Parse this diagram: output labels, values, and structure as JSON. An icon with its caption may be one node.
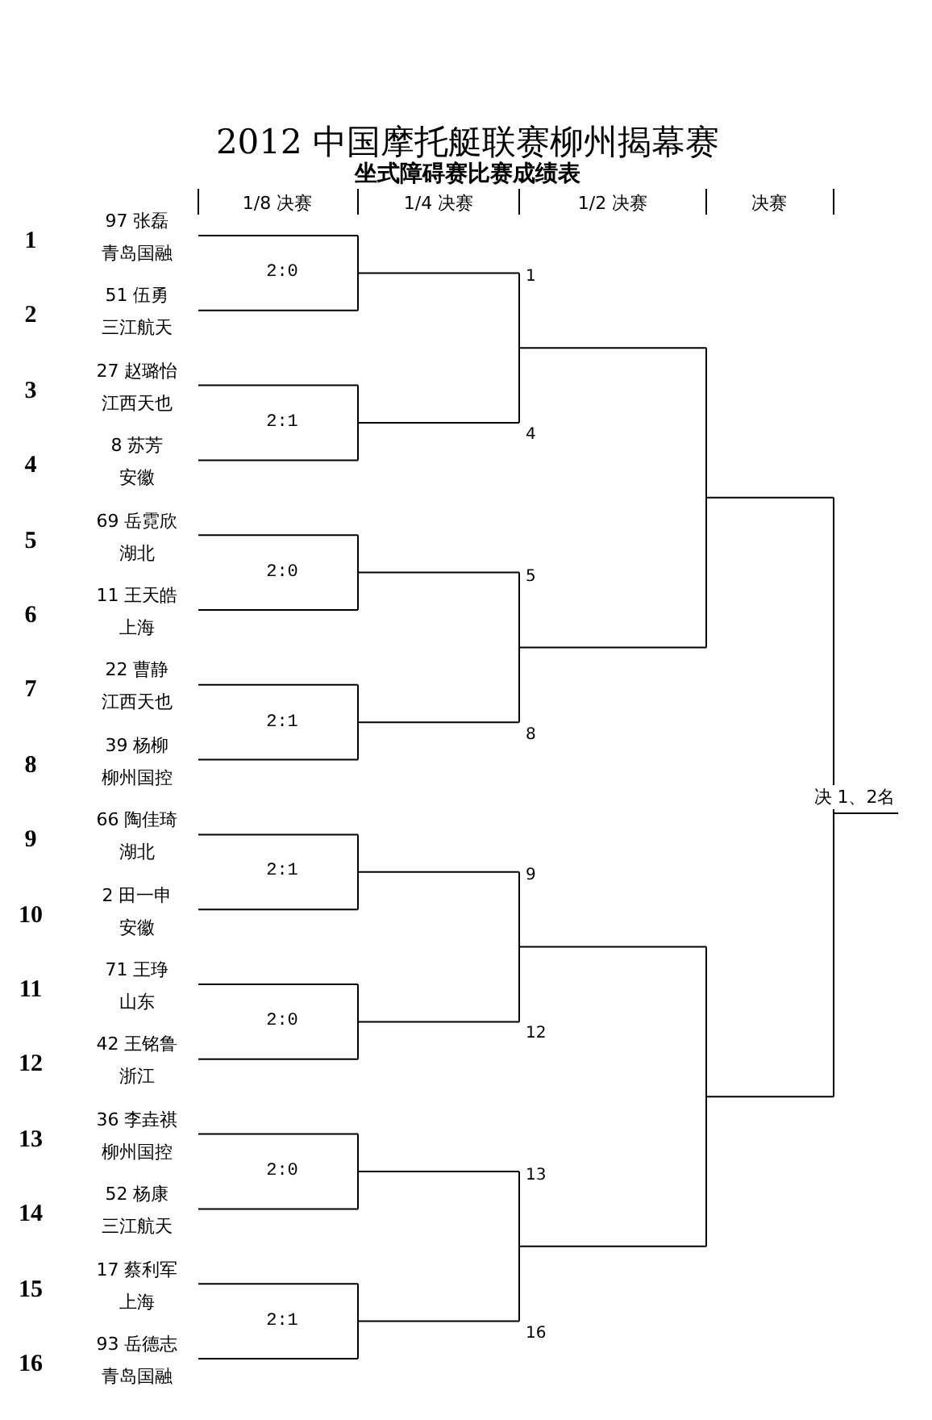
{
  "diagram": {
    "title": "2012 中国摩托艇联赛柳州揭幕赛",
    "labels": [
      "坐式障碍赛比赛成绩表",
      "1/8 决赛",
      "1/4 决赛",
      "1/2 决赛",
      "决赛",
      "1",
      "97 张磊",
      "青岛国融",
      "2",
      "51 伍勇",
      "三江航天",
      "3",
      "27 赵璐怡",
      "江西天也",
      "4",
      "8 苏芳",
      "安徽",
      "5",
      "69 岳霓欣",
      "湖北",
      "6",
      "11 王天皓",
      "上海",
      "7",
      "22 曹静",
      "江西天也",
      "8",
      "39 杨柳",
      "柳州国控",
      "9",
      "66 陶佳琦",
      "湖北",
      "10",
      "2 田一申",
      "安徽",
      "11",
      "71 王琤",
      "山东",
      "12",
      "42 王铭鲁",
      "浙江",
      "13",
      "36 李垚祺",
      "柳州国控",
      "14",
      "52 杨康",
      "三江航天",
      "15",
      "17 蔡利军",
      "上海",
      "16",
      "93 岳德志",
      "青岛国融",
      "2:0",
      "2:1",
      "2:0",
      "2:1",
      "2:1",
      "2:0",
      "2:0",
      "2:1",
      "1",
      "4",
      "5",
      "8",
      "9",
      "12",
      "13",
      "16",
      "决 1、2名"
    ]
  }
}
